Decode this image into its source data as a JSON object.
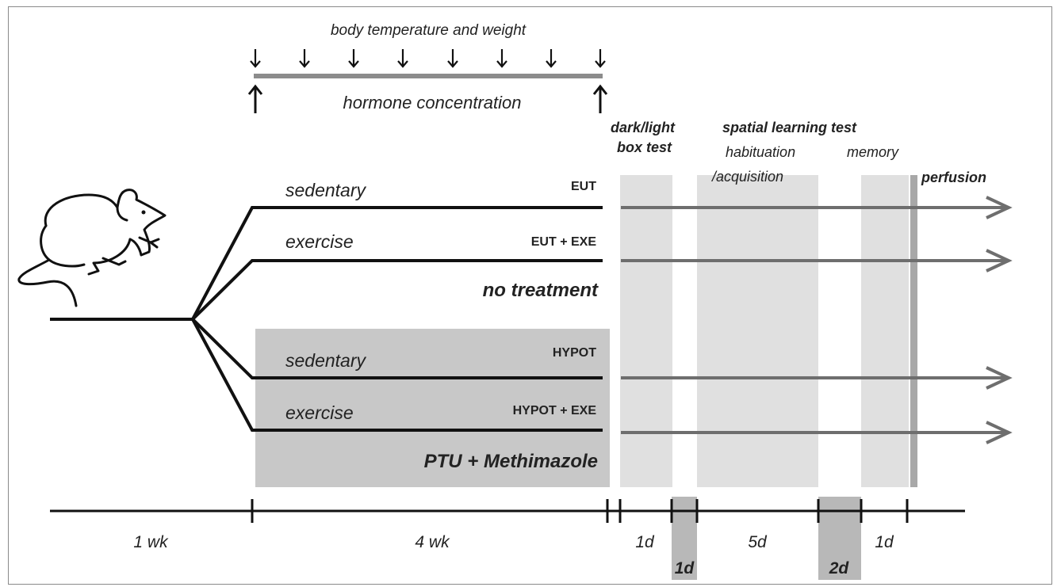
{
  "header": {
    "body_temp_weight": "body temperature and weight",
    "hormone": "hormone concentration"
  },
  "tests": {
    "dark_light_line1": "dark/light",
    "dark_light_line2": "box test",
    "spatial": "spatial learning test",
    "habituation_line1": "habituation",
    "habituation_line2": "/acquisition",
    "memory": "memory",
    "perfusion": "perfusion"
  },
  "groups": {
    "top_sedentary": "sedentary",
    "top_exercise": "exercise",
    "eut": "EUT",
    "eut_exe": "EUT + EXE",
    "no_treatment": "no treatment",
    "bottom_sedentary": "sedentary",
    "bottom_exercise": "exercise",
    "hypot": "HYPOT",
    "hypot_exe": "HYPOT + EXE",
    "ptu": "PTU + Methimazole"
  },
  "timeline": {
    "wk1": "1 wk",
    "wk4": "4 wk",
    "d1a": "1d",
    "d1b": "1d",
    "d5": "5d",
    "d2": "2d",
    "d1c": "1d"
  },
  "colors": {
    "treatment_box": "#c8c8c8",
    "test_box": "#e0e0e0",
    "gap_box": "#b8b8b8",
    "arrow": "#6e6e6e",
    "bar": "#8c8c8c",
    "line": "#111111"
  }
}
